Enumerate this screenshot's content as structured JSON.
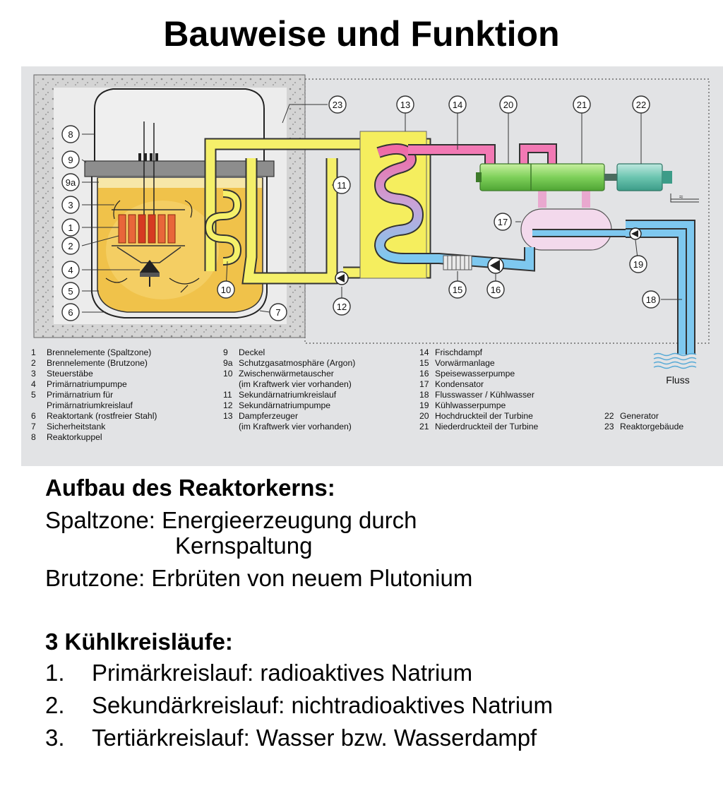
{
  "title": "Bauweise und Funktion",
  "diagram": {
    "callouts": [
      "8",
      "9",
      "9a",
      "3",
      "1",
      "2",
      "4",
      "5",
      "6",
      "7",
      "10",
      "11",
      "12",
      "13",
      "14",
      "15",
      "16",
      "17",
      "18",
      "19",
      "20",
      "21",
      "22",
      "23"
    ],
    "river_label": "Fluss",
    "legend_col1": [
      {
        "num": "1",
        "text": "Brennelemente (Spaltzone)"
      },
      {
        "num": "2",
        "text": "Brennelemente (Brutzone)"
      },
      {
        "num": "3",
        "text": "Steuerstäbe"
      },
      {
        "num": "4",
        "text": "Primärnatriumpumpe"
      },
      {
        "num": "5",
        "text": "Primärnatrium für"
      },
      {
        "num": "",
        "text": "Primärnatriumkreislauf"
      },
      {
        "num": "6",
        "text": "Reaktortank (rostfreier Stahl)"
      },
      {
        "num": "7",
        "text": "Sicherheitstank"
      },
      {
        "num": "8",
        "text": "Reaktorkuppel"
      }
    ],
    "legend_col2": [
      {
        "num": "9",
        "text": "Deckel"
      },
      {
        "num": "9a",
        "text": "Schutzgasatmosphäre (Argon)"
      },
      {
        "num": "10",
        "text": "Zwischenwärmetauscher"
      },
      {
        "num": "",
        "text": "(im Kraftwerk vier vorhanden)"
      },
      {
        "num": "11",
        "text": "Sekundärnatriumkreislauf"
      },
      {
        "num": "12",
        "text": "Sekundärnatriumpumpe"
      },
      {
        "num": "13",
        "text": "Dampferzeuger"
      },
      {
        "num": "",
        "text": "(im Kraftwerk vier vorhanden)"
      }
    ],
    "legend_col3": [
      {
        "num": "14",
        "text": "Frischdampf"
      },
      {
        "num": "15",
        "text": "Vorwärmanlage"
      },
      {
        "num": "16",
        "text": "Speisewasserpumpe"
      },
      {
        "num": "17",
        "text": "Kondensator"
      },
      {
        "num": "18",
        "text": "Flusswasser / Kühlwasser"
      },
      {
        "num": "19",
        "text": "Kühlwasserpumpe"
      },
      {
        "num": "20",
        "text": "Hochdruckteil der Turbine"
      },
      {
        "num": "21",
        "text": "Niederdruckteil der Turbine"
      }
    ],
    "legend_col4": [
      {
        "num": "22",
        "text": "Generator"
      },
      {
        "num": "23",
        "text": "Reaktorgebäude"
      }
    ]
  },
  "core": {
    "heading": "Aufbau des Reaktorkerns:",
    "line1": "Spaltzone: Energieerzeugung durch",
    "line1b": "Kernspaltung",
    "line2": "Brutzone: Erbrüten von neuem Plutonium"
  },
  "cooling": {
    "heading": "3 Kühlkreisläufe:",
    "items": [
      {
        "num": "1.",
        "text": "Primärkreislauf: radioaktives Natrium"
      },
      {
        "num": "2.",
        "text": "Sekundärkreislauf: nichtradioaktives Natrium"
      },
      {
        "num": "3.",
        "text": "Tertiärkreislauf: Wasser bzw. Wasserdampf"
      }
    ]
  }
}
